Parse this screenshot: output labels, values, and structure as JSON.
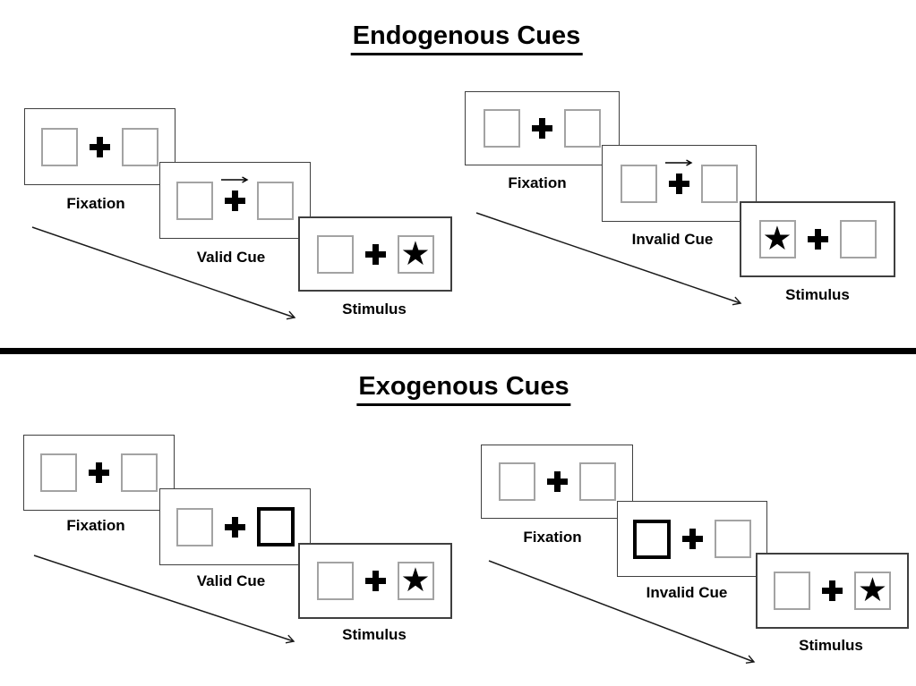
{
  "colors": {
    "ink": "#000000",
    "panel_border": "#3f3f3f",
    "placeholder_box_border": "#a3a3a3",
    "background": "#ffffff"
  },
  "icons": {
    "star": "★",
    "fixation_cross": "heavy-plus-shape",
    "cue_arrow": "thin-right-arrow",
    "timeline_arrow": "diagonal-down-right-arrow"
  },
  "sections": [
    {
      "title": "Endogenous Cues",
      "trials": [
        {
          "name": "valid",
          "steps": [
            {
              "label": "Fixation"
            },
            {
              "label": "Valid Cue"
            },
            {
              "label": "Stimulus"
            }
          ],
          "cue_type": "central-arrow-pointing-right",
          "target_side": "right"
        },
        {
          "name": "invalid",
          "steps": [
            {
              "label": "Fixation"
            },
            {
              "label": "Invalid Cue"
            },
            {
              "label": "Stimulus"
            }
          ],
          "cue_type": "central-arrow-pointing-right",
          "target_side": "left"
        }
      ]
    },
    {
      "title": "Exogenous Cues",
      "trials": [
        {
          "name": "valid",
          "steps": [
            {
              "label": "Fixation"
            },
            {
              "label": "Valid Cue"
            },
            {
              "label": "Stimulus"
            }
          ],
          "cue_type": "bold-right-box",
          "target_side": "right"
        },
        {
          "name": "invalid",
          "steps": [
            {
              "label": "Fixation"
            },
            {
              "label": "Invalid Cue"
            },
            {
              "label": "Stimulus"
            }
          ],
          "cue_type": "bold-left-box",
          "target_side": "right"
        }
      ]
    }
  ]
}
